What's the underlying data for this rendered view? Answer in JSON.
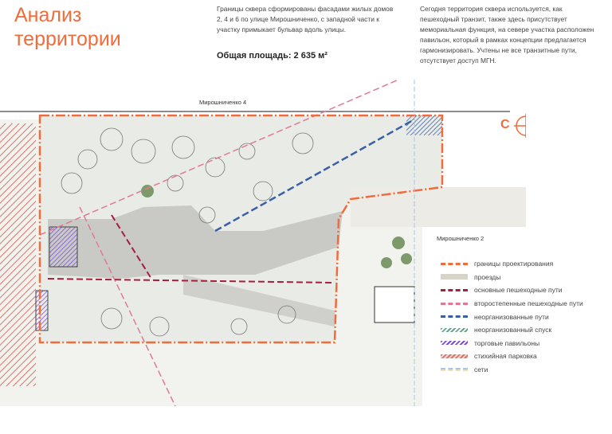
{
  "title": "Анализ территории",
  "description_left": "Границы сквера сформированы фасадами жилых домов 2, 4 и 6 по улице Мирошниченко, с западной части к участку примыкает бульвар вдоль улицы.",
  "total_area": "Общая площадь: 2 635 м²",
  "description_right": "Сегодня территория сквера используется, как пешеходный транзит, также здесь присутствует мемориальная функция, на севере участка расположен павильон, который в рамках концепции предлагается гармонизировать. Учтены не все транзитные пути, отсутствует доступ МГН.",
  "map": {
    "street_north": "Мирошниченко 4",
    "street_east": "Мирошниченко 2",
    "compass": "С"
  },
  "legend": [
    {
      "label": "границы проектирования",
      "color": "#f26b3a"
    },
    {
      "label": "проезды",
      "color": "#d6d3c8"
    },
    {
      "label": "основные пешеходные пути",
      "color": "#a3203f"
    },
    {
      "label": "второстепенные пешеходные пути",
      "color": "#e07a93"
    },
    {
      "label": "неорганизованные пути",
      "color": "#3b5ea8"
    },
    {
      "label": "неорганизованный спуск",
      "color": "#6aa390"
    },
    {
      "label": "торговые павильоны",
      "color": "#7a4fd8"
    },
    {
      "label": "стихийная парковка",
      "color": "#d9766a"
    },
    {
      "label": "сети",
      "color": "#a9c4e8"
    }
  ]
}
